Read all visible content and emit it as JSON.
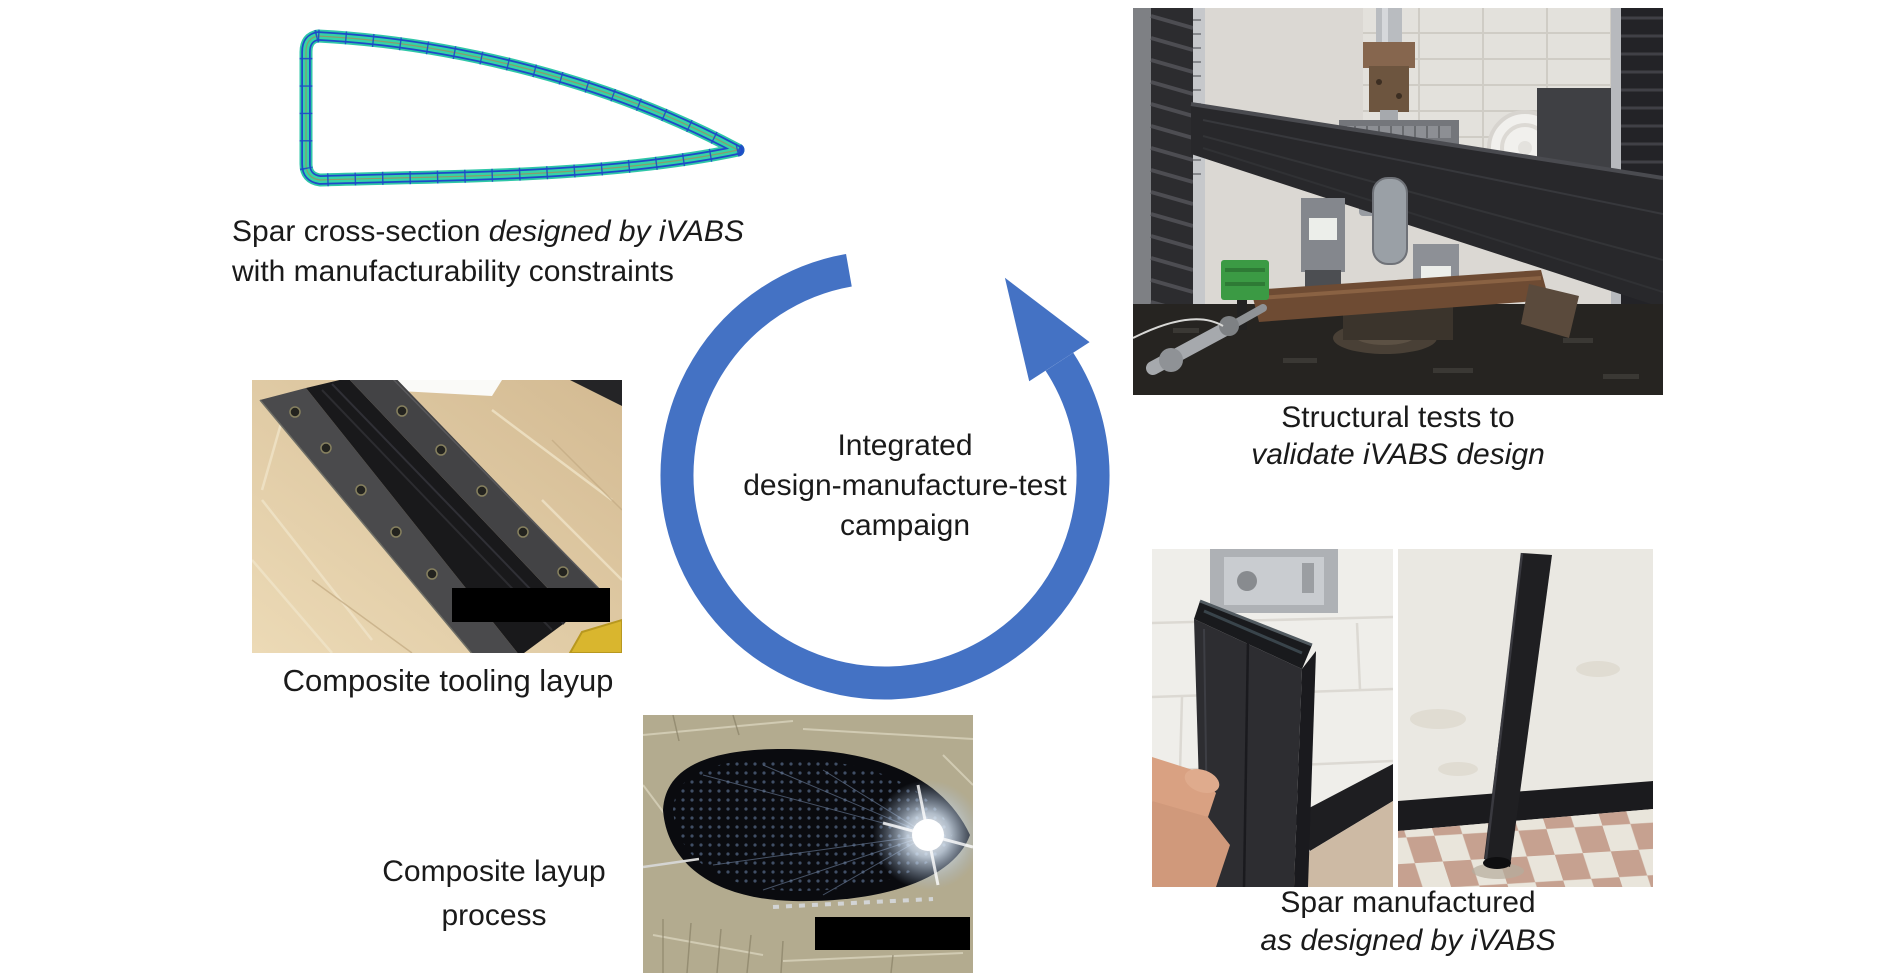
{
  "figure_title": "Integrated design-manufacture-test campaign diagram",
  "colors": {
    "arrow_blue": "#4472C4",
    "text": "#1a1a1a",
    "mesh_teal": "#2fc7a8",
    "mesh_blue": "#1e49c8"
  },
  "cycle": {
    "line1": "Integrated",
    "line2": "design-manufacture-test",
    "line3": "campaign"
  },
  "captions": {
    "cross_section": {
      "normal": "Spar cross-section ",
      "italic": "designed by iVABS",
      "line2": "with manufacturability constraints"
    },
    "structural_tests": {
      "line1": "Structural tests to",
      "line2": "validate iVABS design"
    },
    "tooling_layup": {
      "line1": "Composite tooling layup"
    },
    "layup_process": {
      "line1": "Composite layup",
      "line2": "process"
    },
    "spar_manufactured": {
      "line1": "Spar manufactured",
      "line2": "as designed by iVABS"
    }
  }
}
